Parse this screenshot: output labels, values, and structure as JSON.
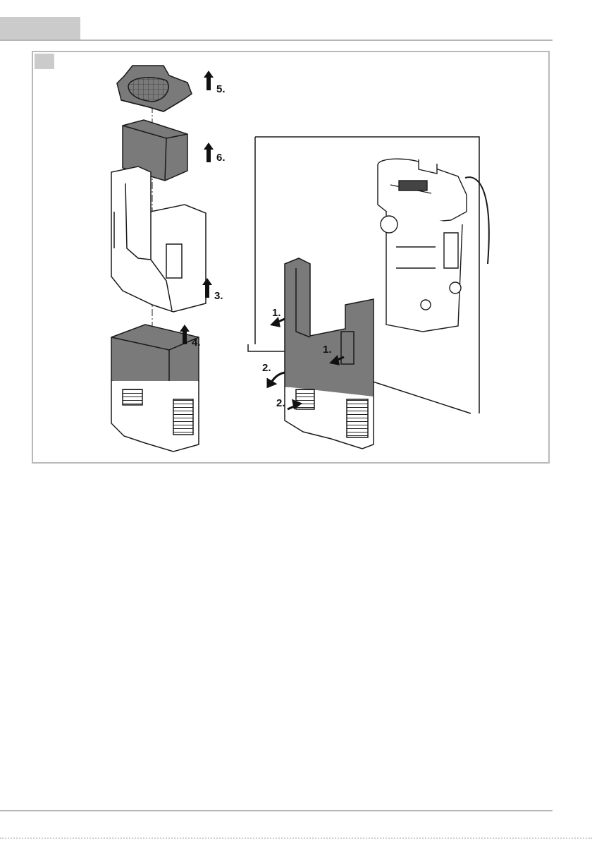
{
  "steps": {
    "s1a": "1.",
    "s1b": "1.",
    "s2a": "2.",
    "s2b": "2.",
    "s3": "3.",
    "s4": "4.",
    "s5": "5.",
    "s6": "6."
  },
  "colors": {
    "header_tab": "#cbcbcb",
    "frame": "#b9b9b9",
    "foam": "#7a7a7a",
    "line": "#1a1a1a"
  },
  "icons": [
    "up-arrow-icon",
    "left-arrow-icon",
    "curved-arrow-icon"
  ]
}
